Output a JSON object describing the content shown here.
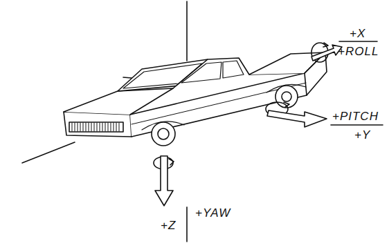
{
  "diagram": {
    "labels": [
      "+X",
      "+ROLL",
      "+PITCH",
      "+Y",
      "+Z",
      "+YAW"
    ]
  }
}
